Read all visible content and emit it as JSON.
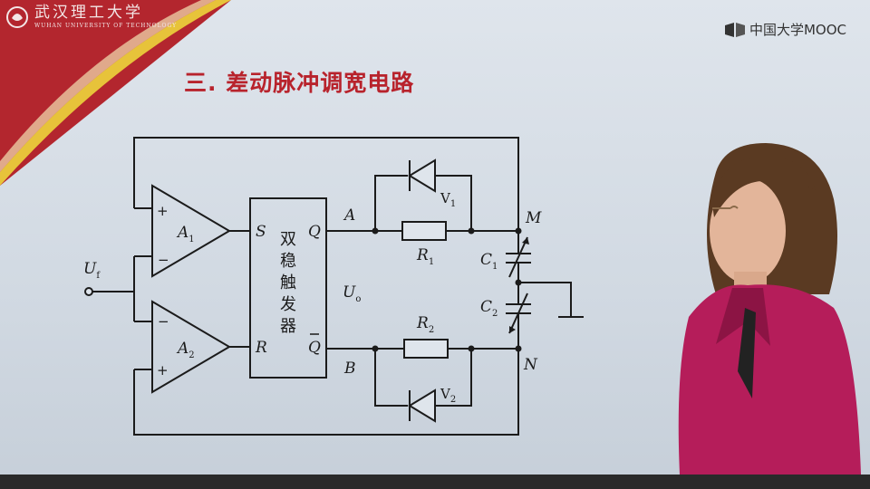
{
  "header": {
    "university_cn": "武汉理工大学",
    "university_en": "WUHAN UNIVERSITY OF TECHNOLOGY",
    "platform": "中国大学MOOC"
  },
  "slide": {
    "title": "三. 差动脉冲调宽电路"
  },
  "diagram": {
    "input_label": "U",
    "input_sub": "f",
    "opamp1": {
      "name": "A",
      "sub": "1",
      "plus": "+",
      "minus": "−"
    },
    "opamp2": {
      "name": "A",
      "sub": "2",
      "plus": "+",
      "minus": "−"
    },
    "flipflop": {
      "chars": [
        "双",
        "稳",
        "触",
        "发",
        "器"
      ],
      "in_s": "S",
      "in_r": "R",
      "out_q": "Q",
      "out_qbar": "Q"
    },
    "output_label": "U",
    "output_sub": "o",
    "node_a": "A",
    "node_b": "B",
    "node_m": "M",
    "node_n": "N",
    "diode1": {
      "name": "V",
      "sub": "1"
    },
    "diode2": {
      "name": "V",
      "sub": "2"
    },
    "resistor1": {
      "name": "R",
      "sub": "1"
    },
    "resistor2": {
      "name": "R",
      "sub": "2"
    },
    "cap1": {
      "name": "C",
      "sub": "1"
    },
    "cap2": {
      "name": "C",
      "sub": "2"
    }
  },
  "colors": {
    "title": "#b8232c",
    "band_red": "#b3262e",
    "band_yellow": "#e7c33a",
    "line": "#1b1b1b"
  },
  "icons": {
    "logo": "university-logo-icon",
    "mooc": "mooc-logo-icon"
  }
}
